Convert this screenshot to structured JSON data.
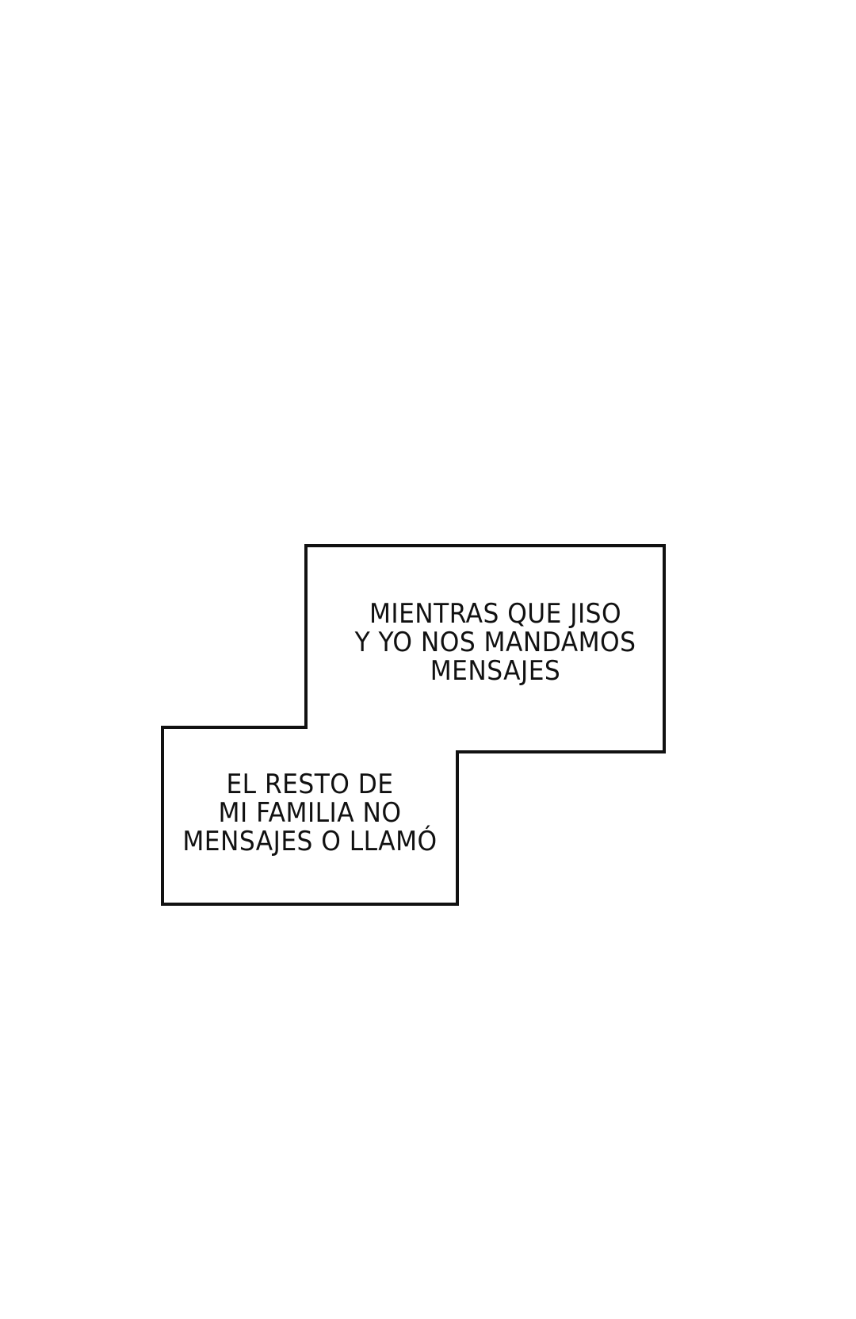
{
  "page": {
    "background": "#ffffff",
    "border_color": "#111111"
  },
  "captions": [
    {
      "lines": [
        "MIENTRAS QUE JISO",
        "Y YO NOS MANDAMOS",
        "MENSAJES"
      ]
    },
    {
      "lines": [
        "EL RESTO DE",
        "MI FAMILIA NO",
        "MENSAJES O LLAMÓ"
      ]
    }
  ]
}
